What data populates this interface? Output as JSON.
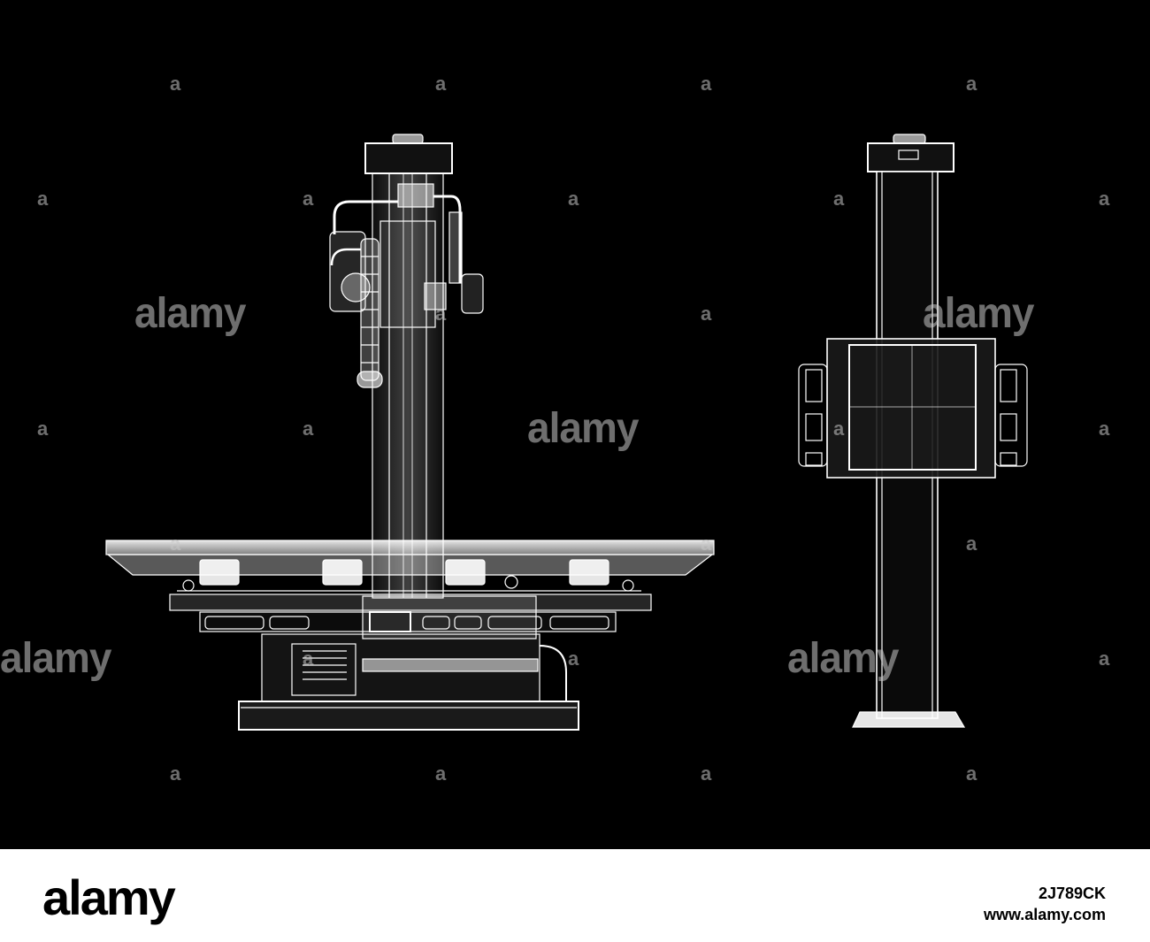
{
  "watermark": {
    "word": "alamy",
    "letter": "a"
  },
  "footer": {
    "logo": "alamy",
    "image_id": "2J789CK",
    "site": "www.alamy.com"
  },
  "colors": {
    "background": "#000000",
    "wireframe": "#ffffff",
    "footer_background": "#ffffff"
  }
}
